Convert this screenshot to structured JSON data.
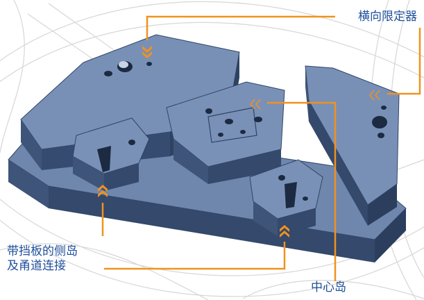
{
  "labels": {
    "lateral_limiter": "横向限定器",
    "side_island_line1": "带挡板的侧岛",
    "side_island_line2": "及甬道连接",
    "center_island": "中心岛"
  },
  "colors": {
    "part_top": "#6f86ad",
    "part_side": "#3e5478",
    "part_dark": "#2f4466",
    "callout": "#f0921e",
    "label_text": "#1f4f9a",
    "sketch_line": "#cfcfcf"
  },
  "icons": {
    "marker": "double-chevron-icon"
  }
}
